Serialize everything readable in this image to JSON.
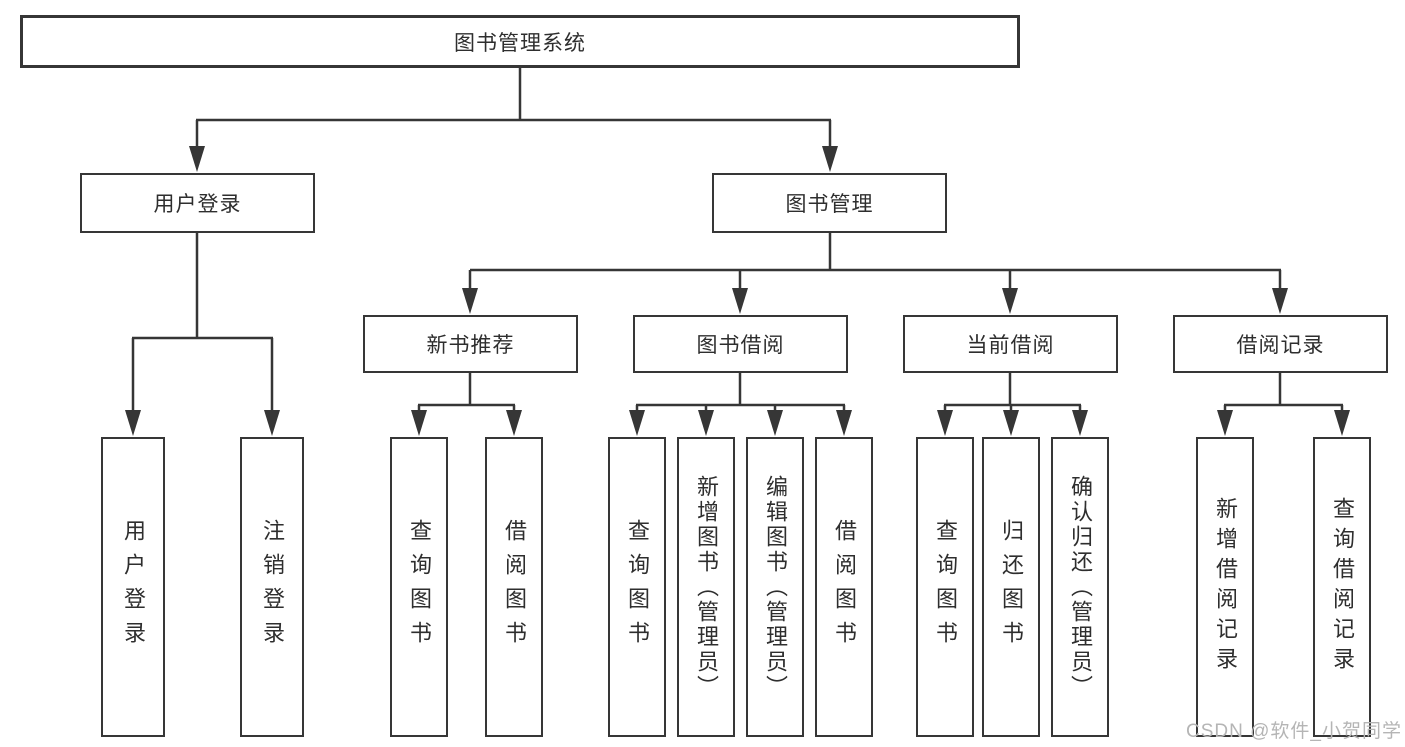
{
  "diagram": {
    "type": "hierarchy",
    "tree": {
      "label": "图书管理系统",
      "children": [
        {
          "label": "用户登录",
          "children": [
            {
              "label": "用户登录"
            },
            {
              "label": "注销登录"
            }
          ]
        },
        {
          "label": "图书管理",
          "children": [
            {
              "label": "新书推荐",
              "children": [
                {
                  "label": "查询图书"
                },
                {
                  "label": "借阅图书"
                }
              ]
            },
            {
              "label": "图书借阅",
              "children": [
                {
                  "label": "查询图书"
                },
                {
                  "label": "新增图书（管理员）"
                },
                {
                  "label": "编辑图书（管理员）"
                },
                {
                  "label": "借阅图书"
                }
              ]
            },
            {
              "label": "当前借阅",
              "children": [
                {
                  "label": "查询图书"
                },
                {
                  "label": "归还图书"
                },
                {
                  "label": "确认归还（管理员）"
                }
              ]
            },
            {
              "label": "借阅记录",
              "children": [
                {
                  "label": "新增借阅记录"
                },
                {
                  "label": "查询借阅记录"
                }
              ]
            }
          ]
        }
      ]
    },
    "colors": {
      "line": "#363636",
      "box_border": "#363636",
      "box_fill": "#ffffff",
      "text": "#2e2e2e",
      "watermark": "#b5b5b5"
    }
  },
  "watermark": {
    "text": "CSDN @软件_小贺同学"
  }
}
